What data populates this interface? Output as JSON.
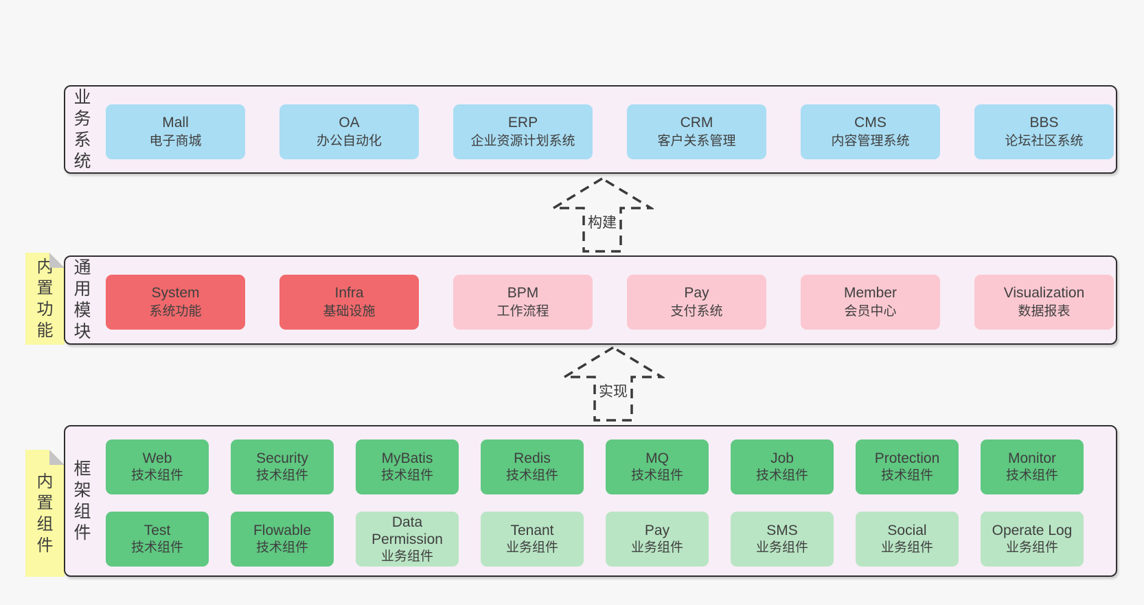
{
  "colors": {
    "page_bg": "#f7f7f7",
    "band_bg": "#f8eef7",
    "band_border": "#2f2f2f",
    "blue": "#a9ddf3",
    "red": "#f1696c",
    "pink": "#fbc8d1",
    "green": "#5fc881",
    "light_green": "#b9e5c4",
    "sticky_bg": "#fbf9a3",
    "sticky_fold": "#c5c5c5",
    "box_text": "#3f3f3f"
  },
  "arrows": [
    {
      "label": "构建"
    },
    {
      "label": "实现"
    }
  ],
  "sections": [
    {
      "id": "business-systems",
      "label": "业务系统",
      "sticky": null,
      "rows": [
        [
          {
            "name": "Mall",
            "desc": "电子商城",
            "color": "blue"
          },
          {
            "name": "OA",
            "desc": "办公自动化",
            "color": "blue"
          },
          {
            "name": "ERP",
            "desc": "企业资源计划系统",
            "color": "blue"
          },
          {
            "name": "CRM",
            "desc": "客户关系管理",
            "color": "blue"
          },
          {
            "name": "CMS",
            "desc": "内容管理系统",
            "color": "blue"
          },
          {
            "name": "BBS",
            "desc": "论坛社区系统",
            "color": "blue"
          }
        ]
      ]
    },
    {
      "id": "common-modules",
      "label": "通用模块",
      "sticky": "内置功能",
      "rows": [
        [
          {
            "name": "System",
            "desc": "系统功能",
            "color": "red"
          },
          {
            "name": "Infra",
            "desc": "基础设施",
            "color": "red"
          },
          {
            "name": "BPM",
            "desc": "工作流程",
            "color": "pink"
          },
          {
            "name": "Pay",
            "desc": "支付系统",
            "color": "pink"
          },
          {
            "name": "Member",
            "desc": "会员中心",
            "color": "pink"
          },
          {
            "name": "Visualization",
            "desc": "数据报表",
            "color": "pink"
          }
        ]
      ]
    },
    {
      "id": "framework-components",
      "label": "框架组件",
      "sticky": "内置组件",
      "rows": [
        [
          {
            "name": "Web",
            "desc": "技术组件",
            "color": "green"
          },
          {
            "name": "Security",
            "desc": "技术组件",
            "color": "green"
          },
          {
            "name": "MyBatis",
            "desc": "技术组件",
            "color": "green"
          },
          {
            "name": "Redis",
            "desc": "技术组件",
            "color": "green"
          },
          {
            "name": "MQ",
            "desc": "技术组件",
            "color": "green"
          },
          {
            "name": "Job",
            "desc": "技术组件",
            "color": "green"
          },
          {
            "name": "Protection",
            "desc": "技术组件",
            "color": "green"
          },
          {
            "name": "Monitor",
            "desc": "技术组件",
            "color": "green"
          }
        ],
        [
          {
            "name": "Test",
            "desc": "技术组件",
            "color": "green"
          },
          {
            "name": "Flowable",
            "desc": "技术组件",
            "color": "green"
          },
          {
            "name": "Data Permission",
            "desc": "业务组件",
            "color": "light_green"
          },
          {
            "name": "Tenant",
            "desc": "业务组件",
            "color": "light_green"
          },
          {
            "name": "Pay",
            "desc": "业务组件",
            "color": "light_green"
          },
          {
            "name": "SMS",
            "desc": "业务组件",
            "color": "light_green"
          },
          {
            "name": "Social",
            "desc": "业务组件",
            "color": "light_green"
          },
          {
            "name": "Operate Log",
            "desc": "业务组件",
            "color": "light_green"
          }
        ]
      ]
    }
  ]
}
